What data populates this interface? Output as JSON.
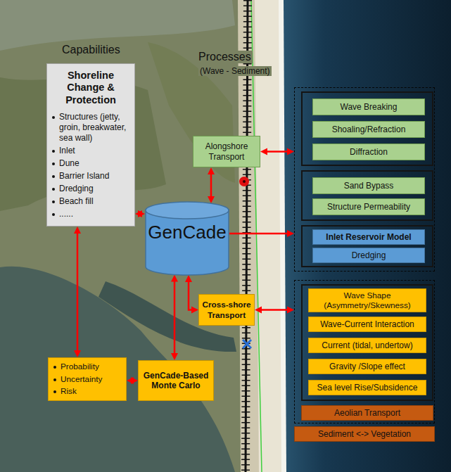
{
  "diagram": {
    "nodes": [
      {
        "text": [
          "Shoreline Change & Protection",
          "Structures (jetty, groin, breakwater, sea wall)",
          "Inlet",
          "Dune",
          "Barrier Island",
          "Dredging",
          "Beach fill",
          "......"
        ]
      },
      {
        "text": [
          "Alongshore Transport"
        ]
      },
      {
        "text": [
          "GenCade"
        ]
      },
      {
        "text": [
          "Cross-shore Transport"
        ]
      },
      {
        "text": [
          "Probability",
          "Uncertainty",
          "Risk"
        ]
      },
      {
        "text": [
          "GenCade-Based Monte Carlo"
        ]
      },
      {
        "text": []
      },
      {
        "text": [],
        "in": 6
      },
      {
        "text": [
          "Wave Breaking"
        ],
        "in": 7
      },
      {
        "text": [
          "Shoaling/Refraction"
        ],
        "in": 7
      },
      {
        "text": [
          "Diffraction"
        ],
        "in": 7
      },
      {
        "text": [],
        "in": 6
      },
      {
        "text": [
          "Sand Bypass"
        ],
        "in": 11
      },
      {
        "text": [
          "Structure Permeability"
        ],
        "in": 11
      },
      {
        "text": [],
        "in": 6
      },
      {
        "text": [
          "Inlet Reservoir Model"
        ],
        "in": 14
      },
      {
        "text": [
          "Dredging"
        ],
        "in": 14
      },
      {
        "text": []
      },
      {
        "text": [],
        "in": 17
      },
      {
        "text": [
          "Wave Shape (Asymmetry/Skewness)"
        ],
        "in": 18
      },
      {
        "text": [
          "Wave-Current Interaction"
        ],
        "in": 18
      },
      {
        "text": [
          "Current (tidal, undertow)"
        ],
        "in": 18
      },
      {
        "text": [
          "Gravity /Slope effect"
        ],
        "in": 18
      },
      {
        "text": [
          "Sea level Rise/Subsidence"
        ],
        "in": 18
      },
      {
        "text": [
          "Aeolian Transport"
        ],
        "in": 17
      },
      {
        "text": [
          "Sediment <-> Vegetation"
        ]
      }
    ],
    "edges": [
      {
        "from": 0,
        "to": 2,
        "arrow": "both"
      },
      {
        "from": 2,
        "to": 1,
        "arrow": "both"
      },
      {
        "from": 1,
        "to": 6,
        "arrow": "both"
      },
      {
        "from": 2,
        "to": 6,
        "arrow": "to"
      },
      {
        "from": 2,
        "to": 3,
        "arrow": "both"
      },
      {
        "from": 3,
        "to": 17,
        "arrow": "both"
      },
      {
        "from": 2,
        "to": 5,
        "arrow": "both"
      },
      {
        "from": 5,
        "to": 4,
        "arrow": "both"
      },
      {
        "from": 0,
        "to": 4,
        "arrow": "both"
      }
    ],
    "labels": [
      "Capabilities",
      "Processes",
      "(Wave - Sediment)"
    ]
  }
}
